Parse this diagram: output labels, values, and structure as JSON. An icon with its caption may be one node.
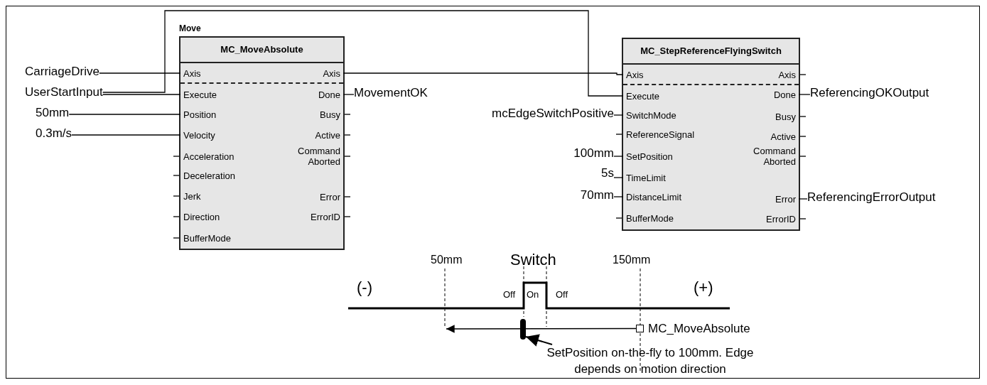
{
  "diagram": {
    "nodes": [
      {
        "text": [
          "Move",
          "MC_MoveAbsolute"
        ]
      },
      {
        "text": [
          "Axis"
        ],
        "in": 0
      },
      {
        "text": [
          "Execute"
        ],
        "in": 0
      },
      {
        "text": [
          "Position"
        ],
        "in": 0
      },
      {
        "text": [
          "Velocity"
        ],
        "in": 0
      },
      {
        "text": [
          "Acceleration"
        ],
        "in": 0
      },
      {
        "text": [
          "Deceleration"
        ],
        "in": 0
      },
      {
        "text": [
          "Jerk"
        ],
        "in": 0
      },
      {
        "text": [
          "Direction"
        ],
        "in": 0
      },
      {
        "text": [
          "BufferMode"
        ],
        "in": 0
      },
      {
        "text": [
          "Axis"
        ],
        "in": 0
      },
      {
        "text": [
          "Done"
        ],
        "in": 0
      },
      {
        "text": [
          "Busy"
        ],
        "in": 0
      },
      {
        "text": [
          "Active"
        ],
        "in": 0
      },
      {
        "text": [
          "Command Aborted"
        ],
        "in": 0
      },
      {
        "text": [
          "Error"
        ],
        "in": 0
      },
      {
        "text": [
          "ErrorID"
        ],
        "in": 0
      },
      {
        "text": [
          "MC_StepReferenceFlyingSwitch"
        ]
      },
      {
        "text": [
          "Axis"
        ],
        "in": 17
      },
      {
        "text": [
          "Execute"
        ],
        "in": 17
      },
      {
        "text": [
          "SwitchMode"
        ],
        "in": 17
      },
      {
        "text": [
          "ReferenceSignal"
        ],
        "in": 17
      },
      {
        "text": [
          "SetPosition"
        ],
        "in": 17
      },
      {
        "text": [
          "TimeLimit"
        ],
        "in": 17
      },
      {
        "text": [
          "DistanceLimit"
        ],
        "in": 17
      },
      {
        "text": [
          "BufferMode"
        ],
        "in": 17
      },
      {
        "text": [
          "Axis"
        ],
        "in": 17
      },
      {
        "text": [
          "Done"
        ],
        "in": 17
      },
      {
        "text": [
          "Busy"
        ],
        "in": 17
      },
      {
        "text": [
          "Active"
        ],
        "in": 17
      },
      {
        "text": [
          "Command Aborted"
        ],
        "in": 17
      },
      {
        "text": [
          "Error"
        ],
        "in": 17
      },
      {
        "text": [
          "ErrorID"
        ],
        "in": 17
      },
      {
        "text": [
          "CarriageDrive"
        ]
      },
      {
        "text": [
          "UserStartInput"
        ]
      },
      {
        "text": [
          "50mm"
        ]
      },
      {
        "text": [
          "0.3m/s"
        ]
      },
      {
        "text": [
          "MovementOK"
        ]
      },
      {
        "text": [
          "mcEdgeSwitchPositive"
        ]
      },
      {
        "text": [
          "100mm"
        ]
      },
      {
        "text": [
          "5s"
        ]
      },
      {
        "text": [
          "70mm"
        ]
      },
      {
        "text": [
          "ReferencingOKOutput"
        ]
      },
      {
        "text": [
          "ReferencingErrorOutput"
        ]
      },
      {
        "text": [],
        "shape": "box",
        "beside": [
          "MC_MoveAbsolute"
        ]
      },
      {
        "text": [],
        "shape": "bar"
      },
      {
        "text": [
          "SetPosition on-the-fly to 100mm. Edge depends on motion direction"
        ]
      }
    ],
    "edges": [
      {
        "from": 33,
        "to": 1,
        "arrow": "none"
      },
      {
        "from": 34,
        "to": 2,
        "arrow": "none"
      },
      {
        "from": 34,
        "to": 19,
        "arrow": "none"
      },
      {
        "from": 35,
        "to": 3,
        "arrow": "none"
      },
      {
        "from": 36,
        "to": 4,
        "arrow": "none"
      },
      {
        "from": 10,
        "to": 18,
        "arrow": "none"
      },
      {
        "from": 11,
        "to": 37,
        "arrow": "none"
      },
      {
        "from": 38,
        "to": 20,
        "arrow": "none"
      },
      {
        "from": 39,
        "to": 22,
        "arrow": "none"
      },
      {
        "from": 40,
        "to": 23,
        "arrow": "none"
      },
      {
        "from": 41,
        "to": 24,
        "arrow": "none"
      },
      {
        "from": 27,
        "to": 42,
        "arrow": "none"
      },
      {
        "from": 31,
        "to": 43,
        "arrow": "none"
      },
      {
        "from": 44,
        "to": null,
        "arrow": "to"
      },
      {
        "from": 46,
        "to": 45,
        "arrow": "to"
      }
    ],
    "labels": [
      "50mm",
      "Switch",
      "150mm",
      "(-)",
      "Off",
      "On",
      "Off",
      "(+)"
    ]
  }
}
